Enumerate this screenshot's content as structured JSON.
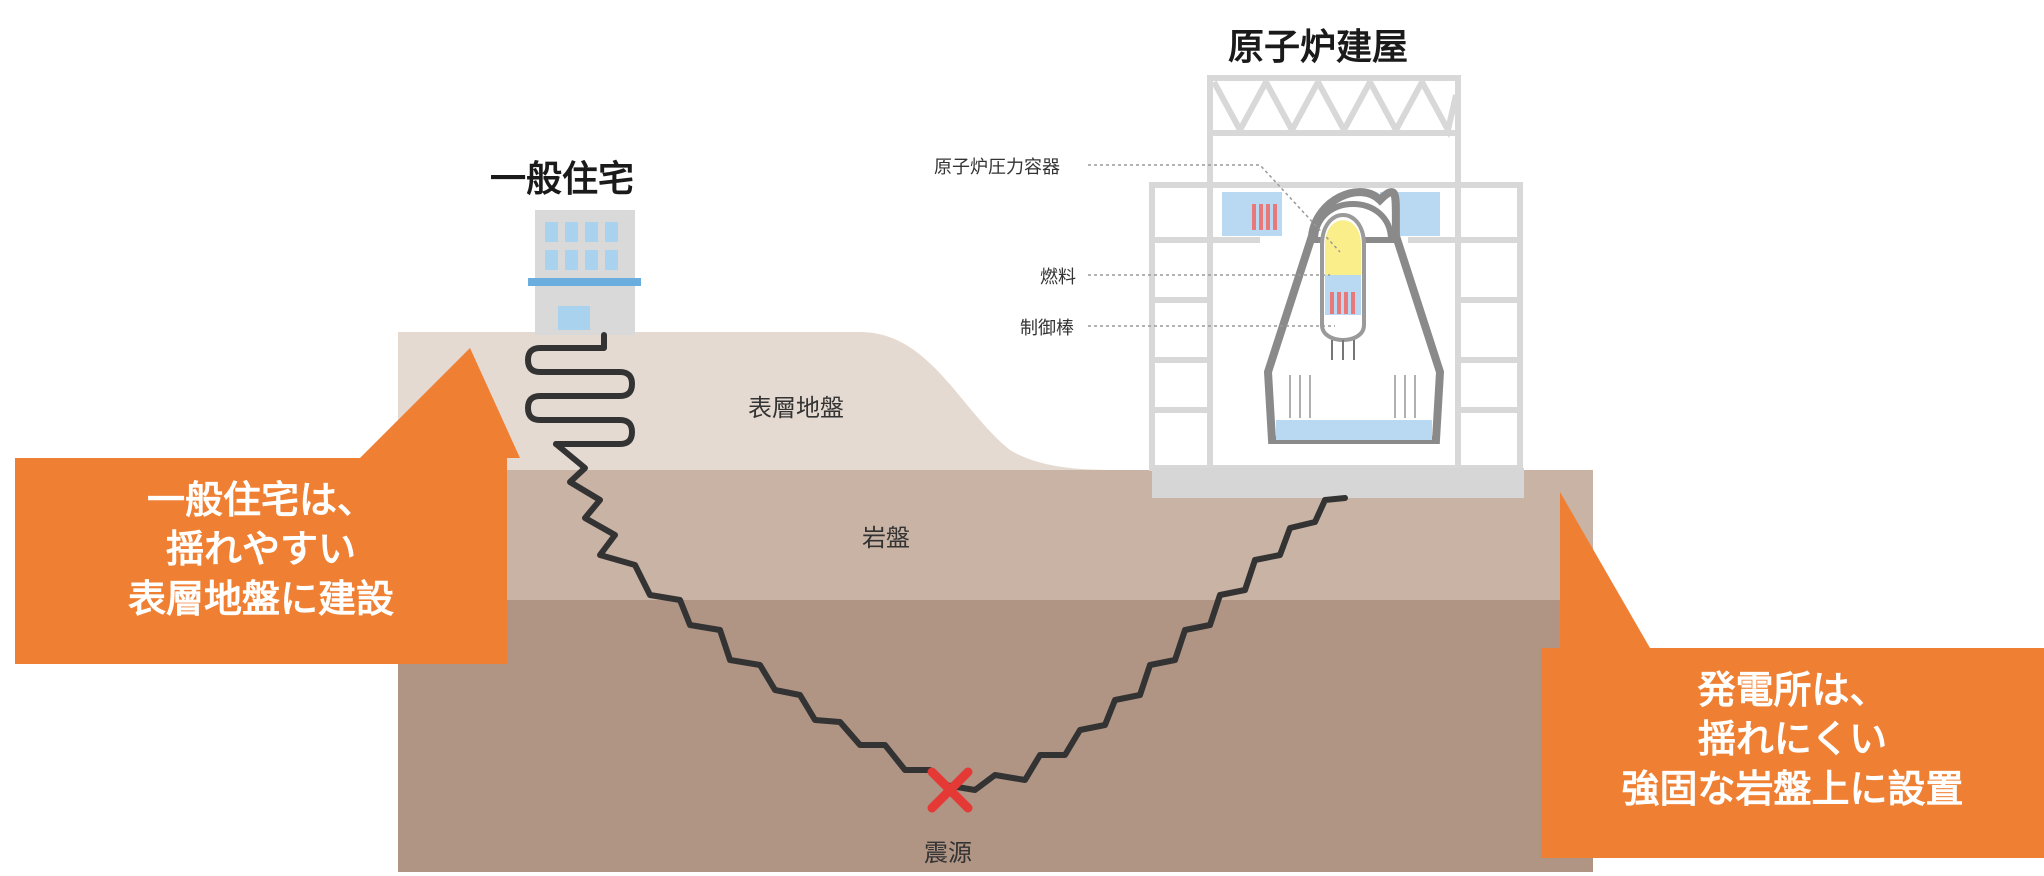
{
  "labels": {
    "house": "一般住宅",
    "reactor_building": "原子炉建屋",
    "surface_ground": "表層地盤",
    "bedrock": "岩盤",
    "epicenter": "震源",
    "pressure_vessel": "原子炉圧力容器",
    "fuel": "燃料",
    "control_rod": "制御棒"
  },
  "callout_left": {
    "lines": [
      "一般住宅は、",
      "揺れやすい",
      "表層地盤に建設"
    ]
  },
  "callout_right": {
    "lines": [
      "発電所は、",
      "揺れにくい",
      "強固な岩盤上に設置"
    ]
  },
  "colors": {
    "callout": "#ef7f32",
    "surface_ground": "#e5dad1",
    "bedrock_upper": "#c8b3a4",
    "bedrock_lower": "#b09585",
    "building": "#d6d6d6",
    "window": "#a9d2ef",
    "fuel_yellow": "#f9ee8a",
    "rod_red": "#e8787a",
    "epicenter_mark": "#e53935"
  }
}
